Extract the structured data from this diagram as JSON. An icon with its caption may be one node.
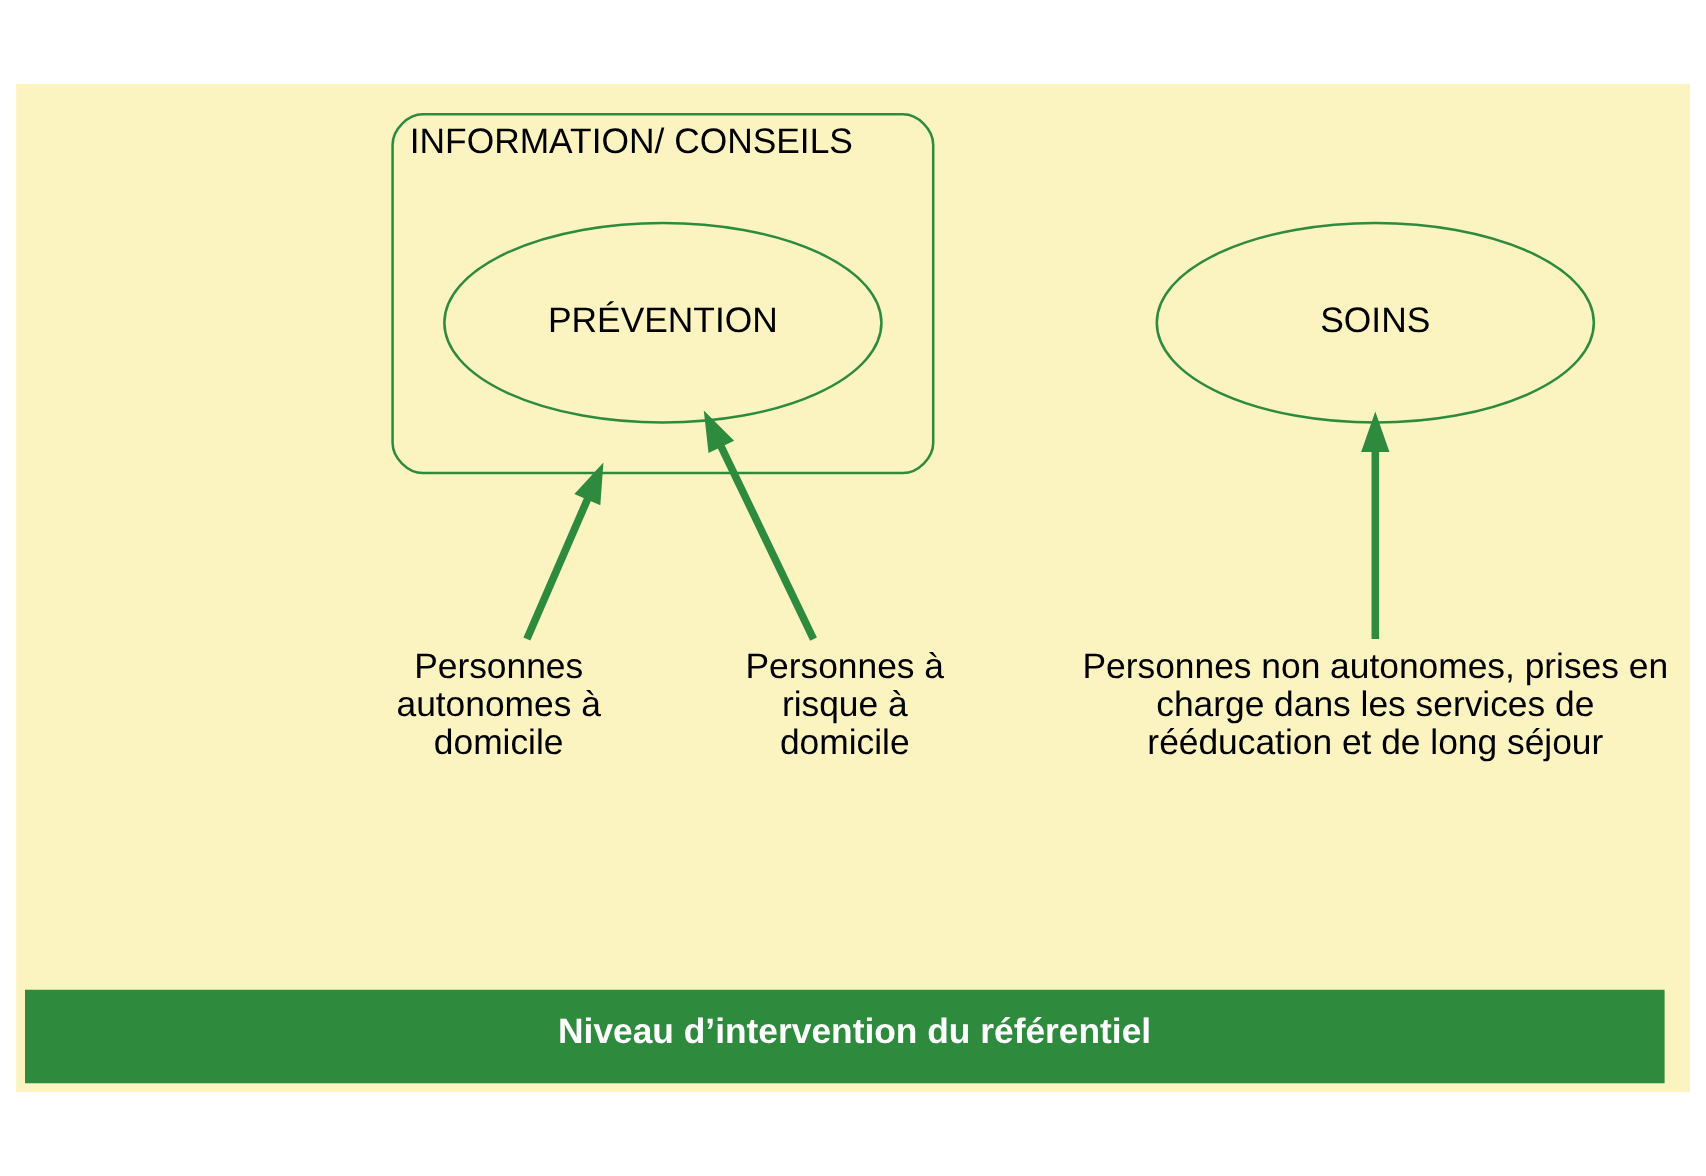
{
  "diagram": {
    "nodes": [
      {
        "text": [
          "INFORMATION/ CONSEILS"
        ]
      },
      {
        "text": [
          "PRÉVENTION"
        ],
        "in": 0
      },
      {
        "text": [
          "SOINS"
        ]
      },
      {
        "text": [
          "Personnes autonomes à domicile"
        ]
      },
      {
        "text": [
          "Personnes à risque à domicile"
        ]
      },
      {
        "text": [
          "Personnes non autonomes, prises en charge dans les services de rééducation et de long séjour"
        ]
      },
      {
        "text": [
          "Niveau d’intervention du référentiel"
        ]
      }
    ],
    "edges": [
      {
        "from": 3,
        "to": 0,
        "arrow": "to"
      },
      {
        "from": 4,
        "to": 1,
        "arrow": "to"
      },
      {
        "from": 5,
        "to": 2,
        "arrow": "to"
      }
    ]
  }
}
